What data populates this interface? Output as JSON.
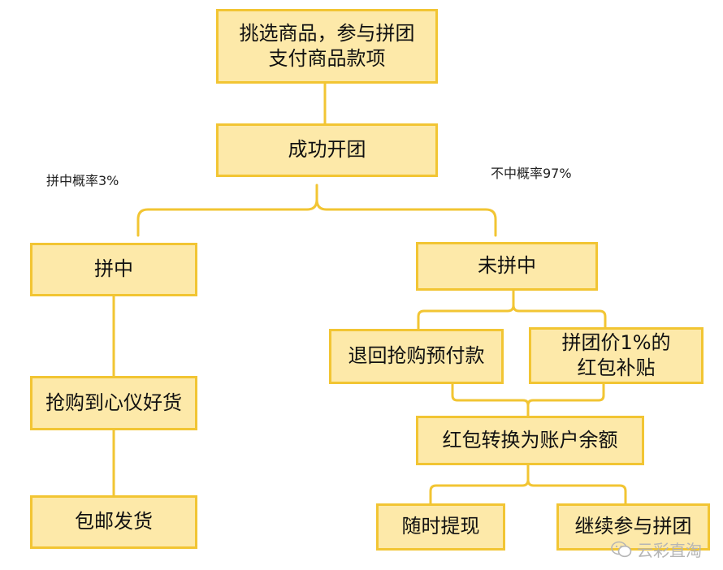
{
  "nodes": {
    "start_line1": "挑选商品，参与拼团",
    "start_line2": "支付商品款项",
    "success": "成功开团",
    "win": "拼中",
    "lose": "未拼中",
    "buy": "抢购到心仪好货",
    "ship": "包邮发货",
    "refund": "退回抢购预付款",
    "redpacket_line1": "拼团价1%的",
    "redpacket_line2": "红包补贴",
    "convert": "红包转换为账户余额",
    "withdraw": "随时提现",
    "continue": "继续参与拼团"
  },
  "labels": {
    "win_prob": "拼中概率3%",
    "lose_prob": "不中概率97%"
  },
  "watermark": "云彩直淘",
  "colors": {
    "node_fill": "#fde9a9",
    "node_border": "#f2c533",
    "connector": "#f2c533"
  }
}
